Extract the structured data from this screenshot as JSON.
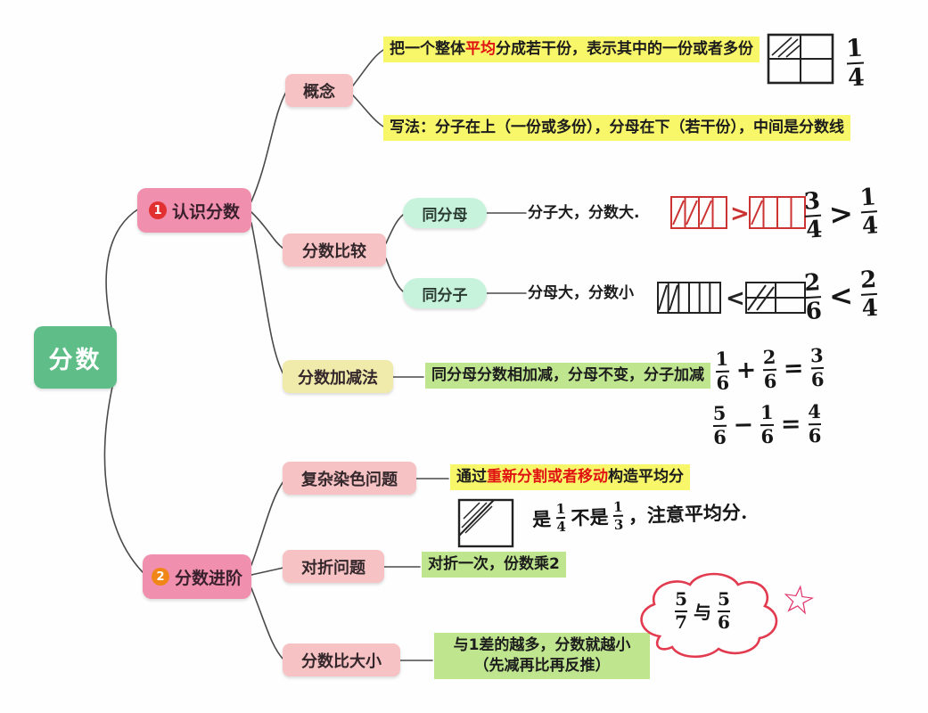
{
  "root": {
    "label": "分数"
  },
  "branch1": {
    "badge": "1",
    "label": "认识分数",
    "concept": {
      "label": "概念",
      "note1": {
        "pre": "把一个整体",
        "red": "平均",
        "post": "分成若干份，表示其中的一份或者多份"
      },
      "note2": "写法：分子在上（一份或多份），分母在下（若干份），中间是分数线"
    },
    "compare": {
      "label": "分数比较",
      "same_den": {
        "label": "同分母",
        "note": "分子大，分数大."
      },
      "same_num": {
        "label": "同分子",
        "note": "分母大，分数小"
      }
    },
    "addsub": {
      "label": "分数加减法",
      "note": "同分母分数相加减，分母不变，分子加减"
    }
  },
  "branch2": {
    "badge": "2",
    "label": "分数进阶",
    "coloring": {
      "label": "复杂染色问题",
      "note": {
        "pre": "通过",
        "red": "重新分割或者移动",
        "post": "构造平均分"
      }
    },
    "folding": {
      "label": "对折问题",
      "note": "对折一次，份数乘2"
    },
    "size": {
      "label": "分数比大小",
      "note1": "与1差的越多，分数就越小",
      "note2": "（先减再比再反推）"
    }
  },
  "handwritten": {
    "quarter": {
      "num": "1",
      "den": "4"
    },
    "cmp1": {
      "l_num": "3",
      "l_den": "4",
      "op": ">",
      "r_num": "1",
      "r_den": "4"
    },
    "cmp2": {
      "l_num": "2",
      "l_den": "6",
      "op": "<",
      "r_num": "2",
      "r_den": "4"
    },
    "eq1": {
      "a_num": "1",
      "a_den": "6",
      "op": "+",
      "b_num": "2",
      "b_den": "6",
      "eq": "=",
      "c_num": "3",
      "c_den": "6"
    },
    "eq2": {
      "a_num": "5",
      "a_den": "6",
      "op": "−",
      "b_num": "1",
      "b_den": "6",
      "eq": "=",
      "c_num": "4",
      "c_den": "6"
    },
    "fold_note": {
      "pre": "是",
      "f1_num": "1",
      "f1_den": "4",
      "mid": "不是",
      "f2_num": "1",
      "f2_den": "3",
      "post": "，注意平均分."
    },
    "cloud": {
      "l_num": "5",
      "l_den": "7",
      "mid": "与",
      "r_num": "5",
      "r_den": "6"
    }
  }
}
